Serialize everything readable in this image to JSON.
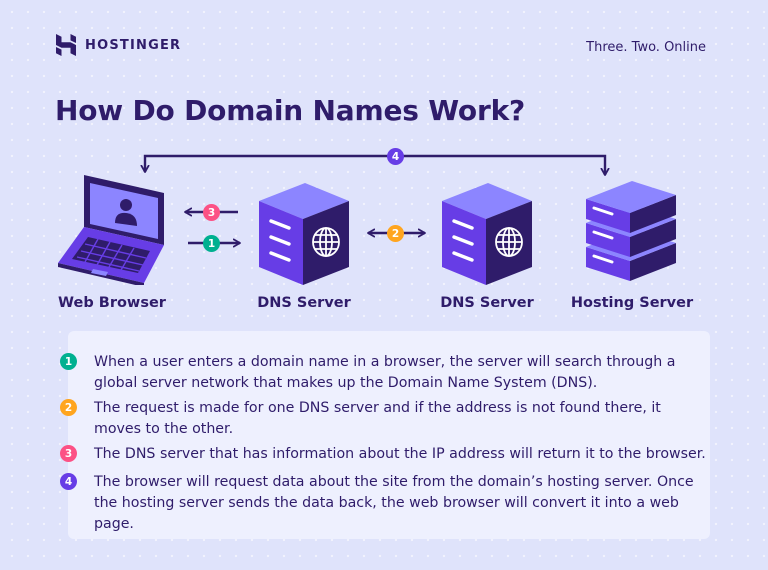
{
  "brand": {
    "name": "HOSTINGER",
    "tagline": "Three. Two. Online"
  },
  "title": "How Do Domain Names Work?",
  "nodes": [
    {
      "id": "web-browser",
      "label": "Web Browser",
      "icon": "laptop-icon"
    },
    {
      "id": "dns-server-1",
      "label": "DNS Server",
      "icon": "dns-server-icon"
    },
    {
      "id": "dns-server-2",
      "label": "DNS Server",
      "icon": "dns-server-icon"
    },
    {
      "id": "hosting-server",
      "label": "Hosting Server",
      "icon": "hosting-server-icon"
    }
  ],
  "arrows": [
    {
      "number": "1",
      "from": "web-browser",
      "to": "dns-server-1",
      "color": "#00b090"
    },
    {
      "number": "2",
      "from": "dns-server-1",
      "to": "dns-server-2",
      "color": "#ffa51f",
      "bidirectional": true
    },
    {
      "number": "3",
      "from": "dns-server-1",
      "to": "web-browser",
      "color": "#fc5185"
    },
    {
      "number": "4",
      "from": "web-browser",
      "to": "hosting-server",
      "color": "#673de6",
      "bidirectional": true
    }
  ],
  "steps": [
    {
      "number": "1",
      "color": "#00b090",
      "text": "When a user enters a domain name in a browser, the server will search through a global server network that makes up the Domain Name System (DNS)."
    },
    {
      "number": "2",
      "color": "#ffa51f",
      "text": "The request is made for one DNS server and if the address is not found there, it moves to the other."
    },
    {
      "number": "3",
      "color": "#fc5185",
      "text": "The DNS server that has information about the IP address will return it to the browser."
    },
    {
      "number": "4",
      "color": "#673de6",
      "text": "The browser will request data about the site from the domain’s hosting server. Once the hosting server sends the data back, the web browser will convert it into a web page."
    }
  ],
  "colors": {
    "background": "#dfe3fb",
    "ink": "#2f1c6a",
    "purple": "#673de6",
    "panel": "#eef0fe"
  }
}
